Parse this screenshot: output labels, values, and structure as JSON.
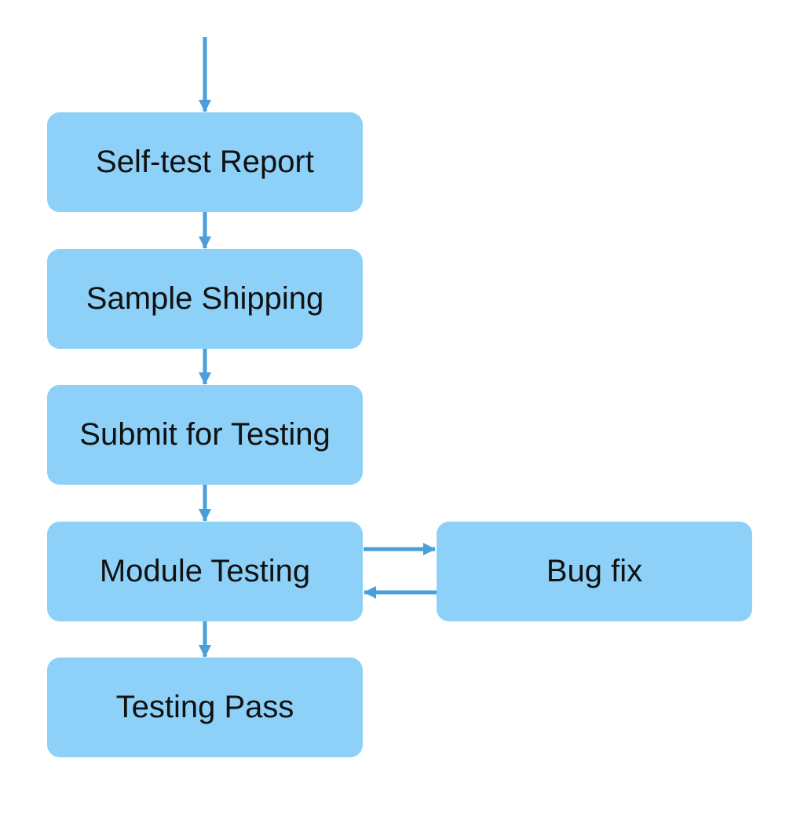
{
  "colors": {
    "node_fill": "#8DD1F8",
    "arrow": "#4A9FDA",
    "background": "#FFFFFF",
    "text": "#111111"
  },
  "nodes": {
    "self_test_report": "Self-test Report",
    "sample_shipping": "Sample Shipping",
    "submit_for_testing": "Submit for Testing",
    "module_testing": "Module Testing",
    "testing_pass": "Testing Pass",
    "bug_fix": "Bug fix"
  },
  "edges": [
    {
      "from": "start",
      "to": "self_test_report"
    },
    {
      "from": "self_test_report",
      "to": "sample_shipping"
    },
    {
      "from": "sample_shipping",
      "to": "submit_for_testing"
    },
    {
      "from": "submit_for_testing",
      "to": "module_testing"
    },
    {
      "from": "module_testing",
      "to": "testing_pass"
    },
    {
      "from": "module_testing",
      "to": "bug_fix"
    },
    {
      "from": "bug_fix",
      "to": "module_testing"
    }
  ]
}
